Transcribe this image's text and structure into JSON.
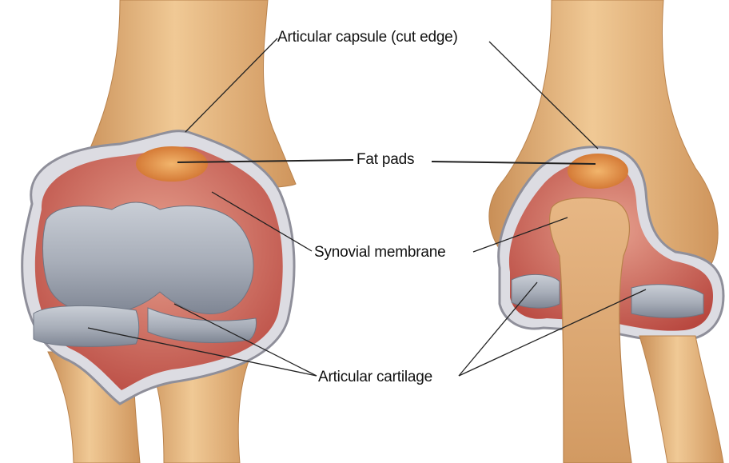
{
  "diagram": {
    "labels": {
      "articular_capsule": "Articular capsule (cut edge)",
      "fat_pads": "Fat pads",
      "synovial_membrane": "Synovial membrane",
      "articular_cartilage": "Articular cartilage"
    },
    "colors": {
      "bone": "#e3b07c",
      "bone_shadow": "#c98f57",
      "bone_light": "#f3cfa0",
      "capsule": "#d9d9df",
      "capsule_edge": "#8f8f9a",
      "synovial": "#c9594f",
      "cartilage": "#9fa6b2",
      "cartilage_light": "#c7ccd4",
      "fat_pad": "#e0893c",
      "leader_line": "#222222"
    }
  }
}
